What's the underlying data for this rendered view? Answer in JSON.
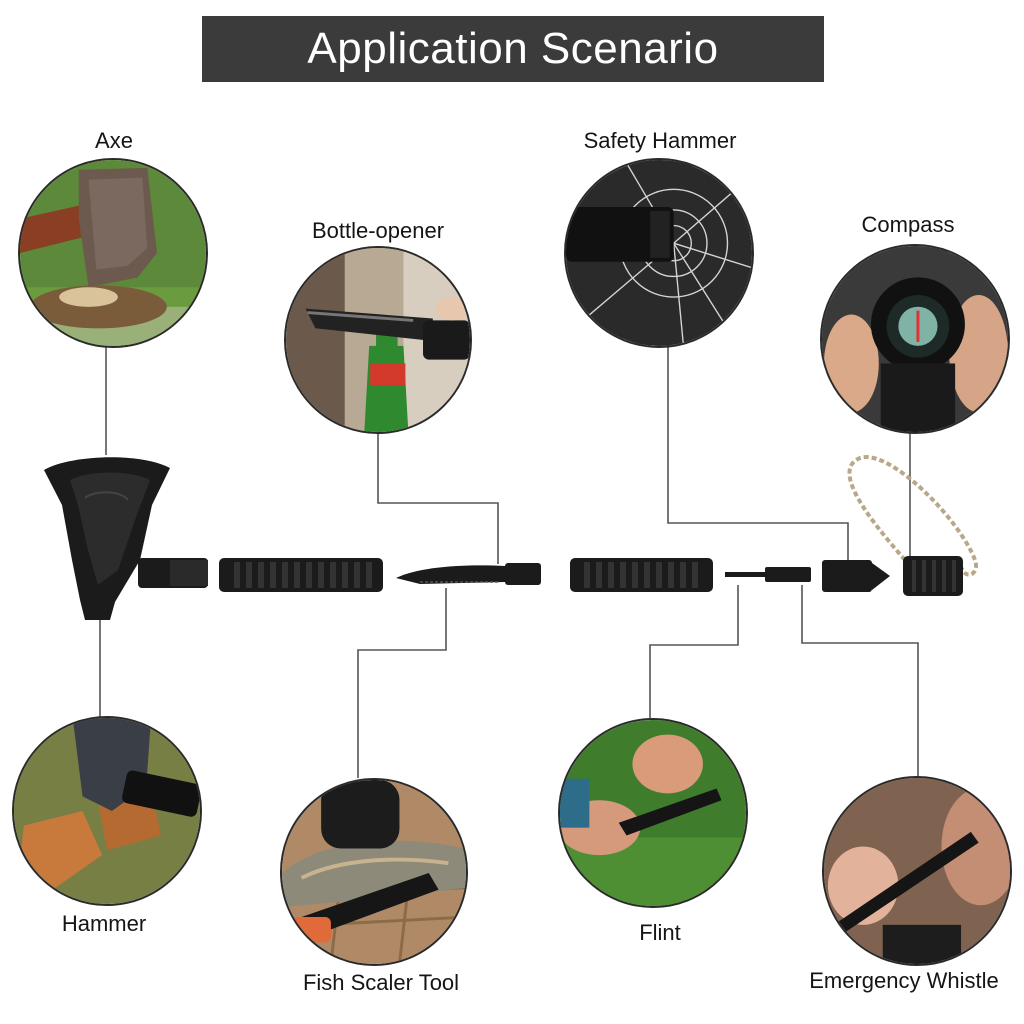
{
  "title": "Application Scenario",
  "labels": {
    "axe": "Axe",
    "bottle_opener": "Bottle-opener",
    "safety_hammer": "Safety Hammer",
    "compass": "Compass",
    "hammer": "Hammer",
    "fish_scaler": "Fish Scaler Tool",
    "flint": "Flint",
    "whistle": "Emergency Whistle"
  },
  "colors": {
    "banner_bg": "#3b3b3b",
    "line": "#555555",
    "tool_black": "#1b1b1b",
    "grass": "#4f8a2e",
    "wood": "#8a5a33",
    "bottle_green": "#2f8a2f"
  },
  "icons": [
    "axe-head-icon",
    "handle-icon",
    "knife-icon",
    "flint-rod-icon",
    "hammer-tip-icon",
    "compass-cap-icon"
  ]
}
